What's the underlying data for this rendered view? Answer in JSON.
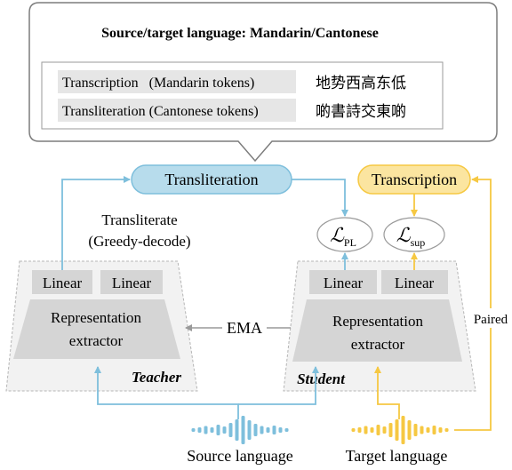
{
  "callout": {
    "title": "Source/target language: Mandarin/Cantonese",
    "rows": [
      {
        "label": "Transcription   (Mandarin tokens)",
        "example": "地势西高东低"
      },
      {
        "label": "Transliteration (Cantonese tokens)",
        "example": "啲書詩交東啲"
      }
    ]
  },
  "pills": {
    "transliteration": "Transliteration",
    "transcription": "Transcription"
  },
  "losses": {
    "pl_main": "ℒ",
    "pl_sub": "PL",
    "sup_main": "ℒ",
    "sup_sub": "sup"
  },
  "teacher": {
    "annotation_line1": "Transliterate",
    "annotation_line2": "(Greedy-decode)",
    "linear_left": "Linear",
    "linear_right": "Linear",
    "extractor_line1": "Representation",
    "extractor_line2": "extractor",
    "label": "Teacher"
  },
  "student": {
    "linear_left": "Linear",
    "linear_right": "Linear",
    "extractor_line1": "Representation",
    "extractor_line2": "extractor",
    "label": "Student"
  },
  "ema_label": "EMA",
  "paired_label": "Paired",
  "source_label": "Source language",
  "target_label": "Target language",
  "colors": {
    "blue": "#7ebfdc",
    "blue_fill": "#b7dcec",
    "yellow": "#f6c842",
    "yellow_fill": "#fbe5a0"
  }
}
